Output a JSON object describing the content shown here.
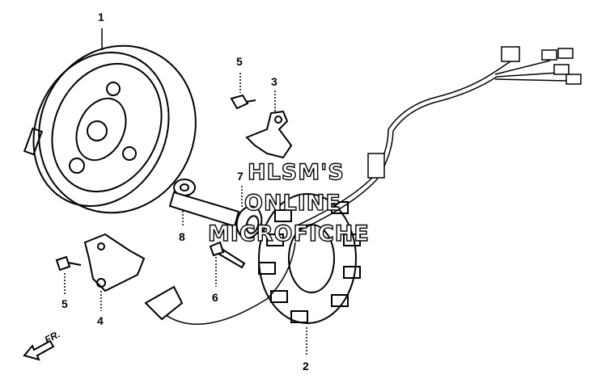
{
  "labels": {
    "flywheel": "1",
    "stator": "2",
    "wire_clamp": "3",
    "pulse_generator_bracket": "4",
    "bolt_top": "5",
    "bolt_left": "5",
    "bolt_stator": "6",
    "flywheel_bolt": "7",
    "washer": "8"
  },
  "direction": "FR.",
  "watermark": {
    "line1": "HLSM'S",
    "line2": "ONLINE",
    "line3": "MICROFICHE"
  }
}
